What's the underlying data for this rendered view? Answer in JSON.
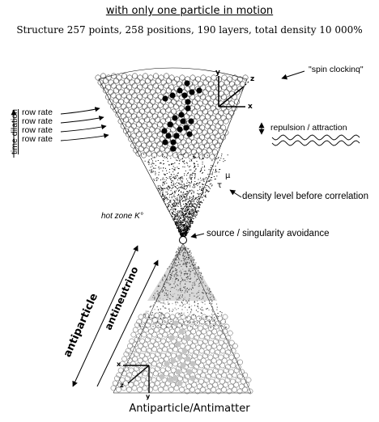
{
  "title": "with only one particle in motion",
  "subtitle": "Structure 257 points, 258 positions, 190 layers, total density 10 000%",
  "labels": {
    "spin": "\"spin clockinq\"",
    "row_rate": "row rate",
    "time_dilation": "time dilation",
    "repulsion": "repulsion / attraction",
    "mu": "μ",
    "tau": "τ",
    "density_level": "density level before correlation",
    "hot_zone": "hot zone K°",
    "source": "source / singularity avoidance",
    "antiparticle": "antiparticle",
    "antineutrino": "antineutrino",
    "bottom": "Antiparticle/Antimatter"
  },
  "axes_top": {
    "x": "x",
    "y": "y",
    "z": "z"
  },
  "axes_bottom": {
    "x": "x",
    "y": "y",
    "z": "z"
  },
  "colors": {
    "ink": "#000000",
    "figure_bottom": "#bdbdbd",
    "cone_bottom": "#555555"
  },
  "icons": [
    "stick-figure",
    "axes-gizmo",
    "arrow-icon",
    "wave-icon"
  ]
}
